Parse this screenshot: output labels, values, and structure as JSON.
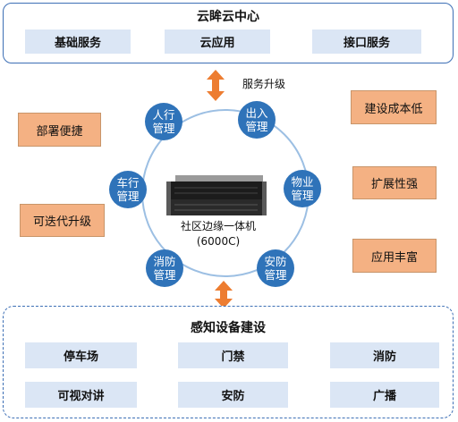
{
  "top": {
    "title": "云眸云中心",
    "items": [
      "基础服务",
      "云应用",
      "接口服务"
    ]
  },
  "upgrade_label": "服务升级",
  "left_features": [
    "部署便捷",
    "可迭代升级"
  ],
  "right_features": [
    "建设成本低",
    "扩展性强",
    "应用丰富"
  ],
  "nodes": [
    {
      "l1": "人行",
      "l2": "管理"
    },
    {
      "l1": "出入",
      "l2": "管理"
    },
    {
      "l1": "物业",
      "l2": "管理"
    },
    {
      "l1": "安防",
      "l2": "管理"
    },
    {
      "l1": "消防",
      "l2": "管理"
    },
    {
      "l1": "车行",
      "l2": "管理"
    }
  ],
  "device": {
    "name": "社区边缘一体机",
    "model": "(6000C)"
  },
  "bottom": {
    "title": "感知设备建设",
    "items": [
      "停车场",
      "门禁",
      "消防",
      "可视对讲",
      "安防",
      "广播"
    ]
  }
}
